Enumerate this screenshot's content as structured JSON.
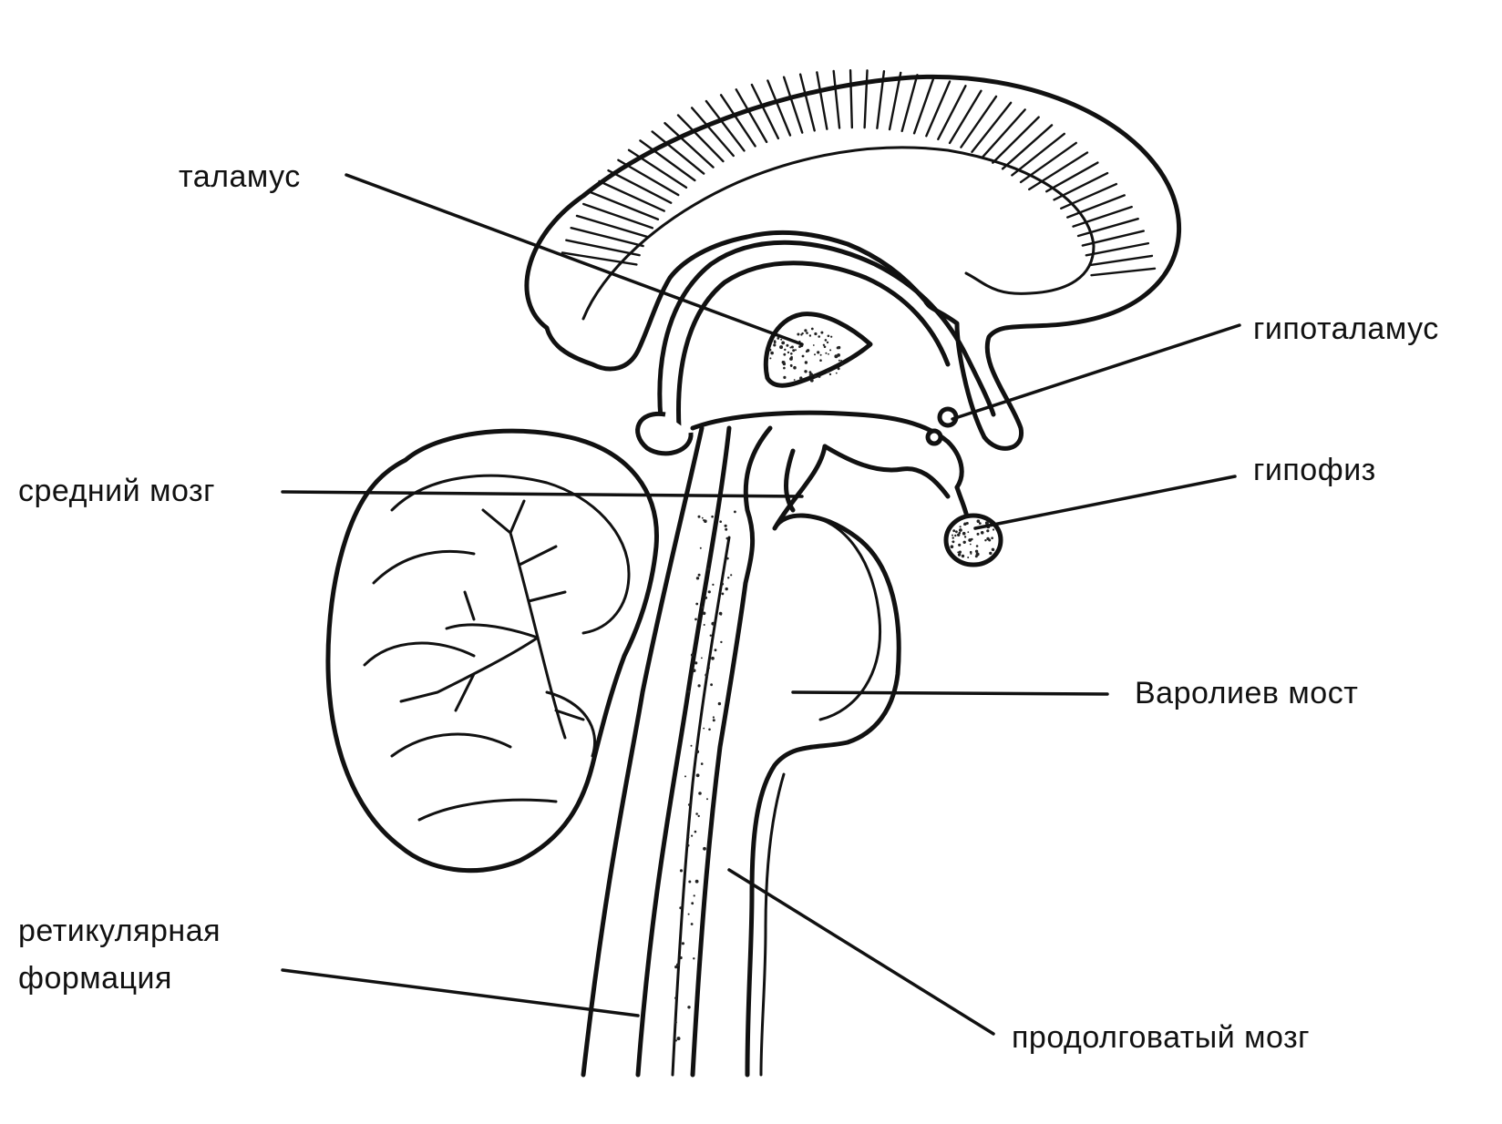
{
  "labels": {
    "thalamus": "таламус",
    "hypothalamus": "гипоталамус",
    "midbrain": "средний мозг",
    "pituitary": "гипофиз",
    "pons": "Варолиев мост",
    "reticular_line1": "ретикулярная",
    "reticular_line2": "формация",
    "medulla": "продолговатый мозг"
  },
  "colors": {
    "ink": "#111111",
    "background": "#ffffff"
  }
}
